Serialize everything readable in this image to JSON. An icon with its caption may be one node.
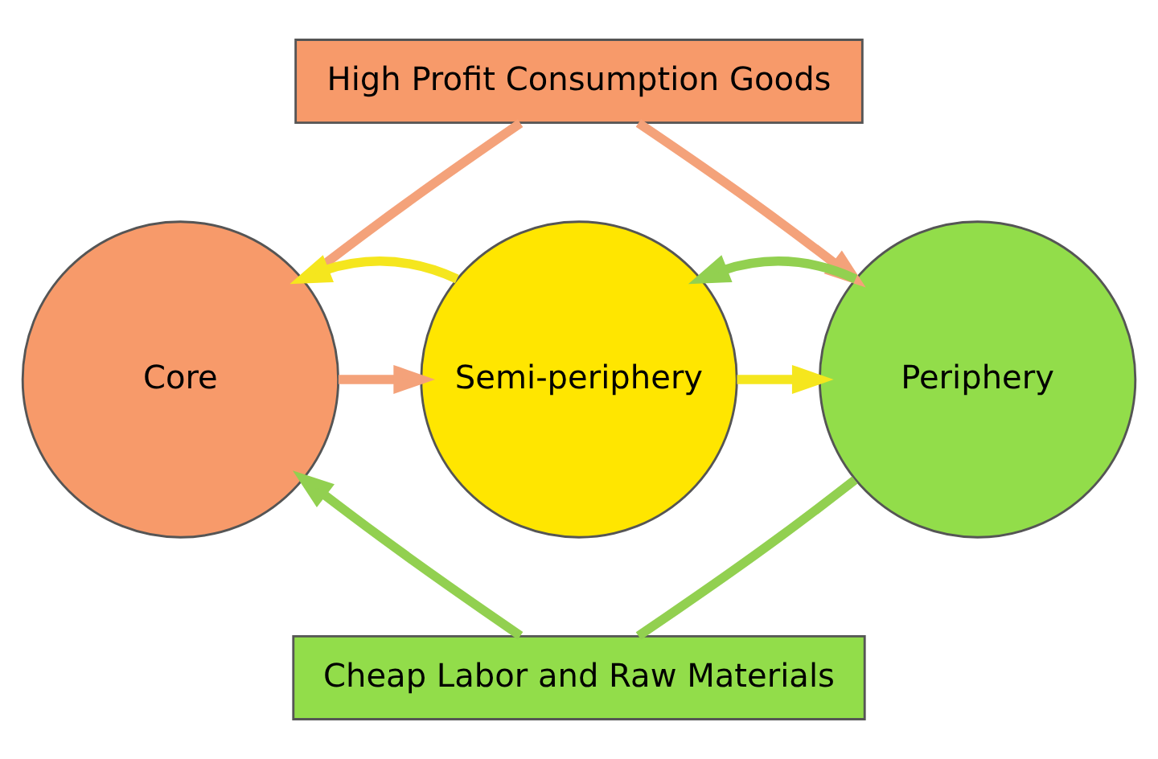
{
  "diagram": {
    "nodes": [
      {
        "text": [
          "High Profit Consumption Goods"
        ]
      },
      {
        "text": [
          "Core"
        ]
      },
      {
        "text": [
          "Semi-periphery"
        ]
      },
      {
        "text": [
          "Periphery"
        ]
      },
      {
        "text": [
          "Cheap Labor and Raw Materials"
        ]
      }
    ],
    "edges": [
      {
        "from": 1,
        "to": 2,
        "arrow": "to",
        "color": "#f4a27a"
      },
      {
        "from": 1,
        "to": 0,
        "arrow": "none",
        "color": "#f4a27a"
      },
      {
        "from": 0,
        "to": 3,
        "arrow": "to",
        "color": "#f4a27a"
      },
      {
        "from": 2,
        "to": 3,
        "arrow": "to",
        "color": "#f5e61e"
      },
      {
        "from": 2,
        "to": 1,
        "arrow": "to",
        "color": "#f5e61e"
      },
      {
        "from": 3,
        "to": 2,
        "arrow": "to",
        "color": "#92d050"
      },
      {
        "from": 3,
        "to": 4,
        "arrow": "none",
        "color": "#92d050"
      },
      {
        "from": 4,
        "to": 1,
        "arrow": "to",
        "color": "#92d050"
      }
    ]
  }
}
